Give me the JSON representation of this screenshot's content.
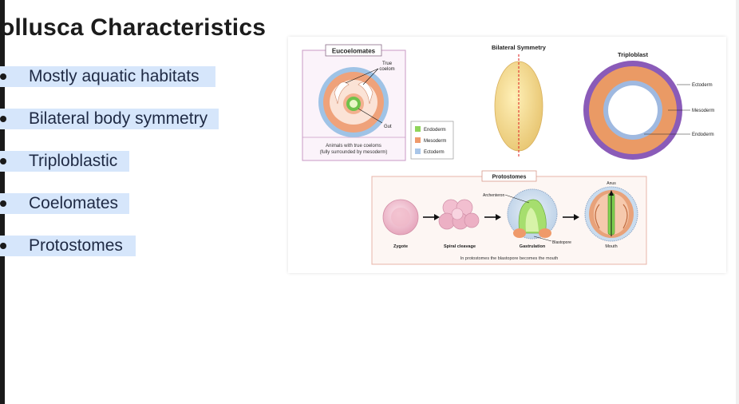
{
  "slide": {
    "title": "ollusca Characteristics",
    "bullets": [
      "Mostly aquatic habitats",
      "Bilateral body symmetry",
      "Triploblastic",
      "Coelomates",
      "Protostomes"
    ]
  },
  "figure": {
    "eucoelomates": {
      "title": "Eucoelomates",
      "true_coelom": [
        "True",
        "coelom"
      ],
      "gut": "Gut",
      "caption": [
        "Animals with true coeloms",
        "(fully surrounded by mesoderm)"
      ]
    },
    "legend": {
      "items": [
        {
          "label": "Endoderm",
          "color": "#8fd45a"
        },
        {
          "label": "Mesoderm",
          "color": "#ef9a6a"
        },
        {
          "label": "Ectoderm",
          "color": "#a9c6e8"
        }
      ]
    },
    "bilateral": {
      "title": "Bilateral Symmetry"
    },
    "triploblast": {
      "title": "Triploblast",
      "labels": [
        "Ectoderm",
        "Mesoderm",
        "Endoderm"
      ]
    },
    "protostomes": {
      "title": "Protostomes",
      "stages": [
        "Zygote",
        "Spiral cleavage",
        "Gastrulation",
        "Mouth"
      ],
      "archenteron": "Archenteron",
      "blastopore": "Blastopore",
      "anus": "Anus",
      "caption": "In protostomes the blastopore becomes the mouth"
    }
  },
  "colors": {
    "bullet_highlight": "#d6e6fb",
    "ectoderm_purple": "#8a5bb8",
    "mesoderm_orange": "#ea9a65",
    "endoderm_blue": "#9fb9e0"
  }
}
